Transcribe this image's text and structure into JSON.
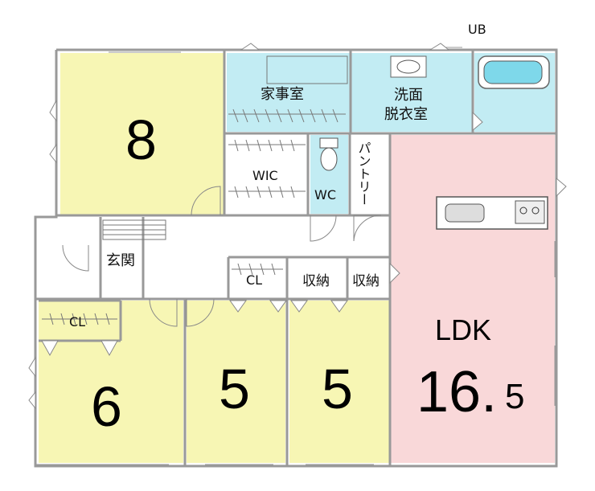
{
  "labels": {
    "ub": "UB",
    "kaji": "家事室",
    "senmen1": "洗面",
    "senmen2": "脱衣室",
    "wic": "WIC",
    "wc": "WC",
    "pantry": "パントリー",
    "genkan": "玄関",
    "cl_upper": "CL",
    "cl_lower": "CL",
    "shuno1": "収納",
    "shuno2": "収納",
    "ldk": "LDK",
    "ldk_size_int": "16.",
    "ldk_size_dec": "5"
  },
  "rooms": {
    "room_nw": "8",
    "room_sw": "6",
    "room_s1": "5",
    "room_s2": "5"
  },
  "colors": {
    "bedroom": "#f7f6b4",
    "wet": "#c2ecf3",
    "ldk": "#f9d8d9",
    "wall": "#999999"
  }
}
